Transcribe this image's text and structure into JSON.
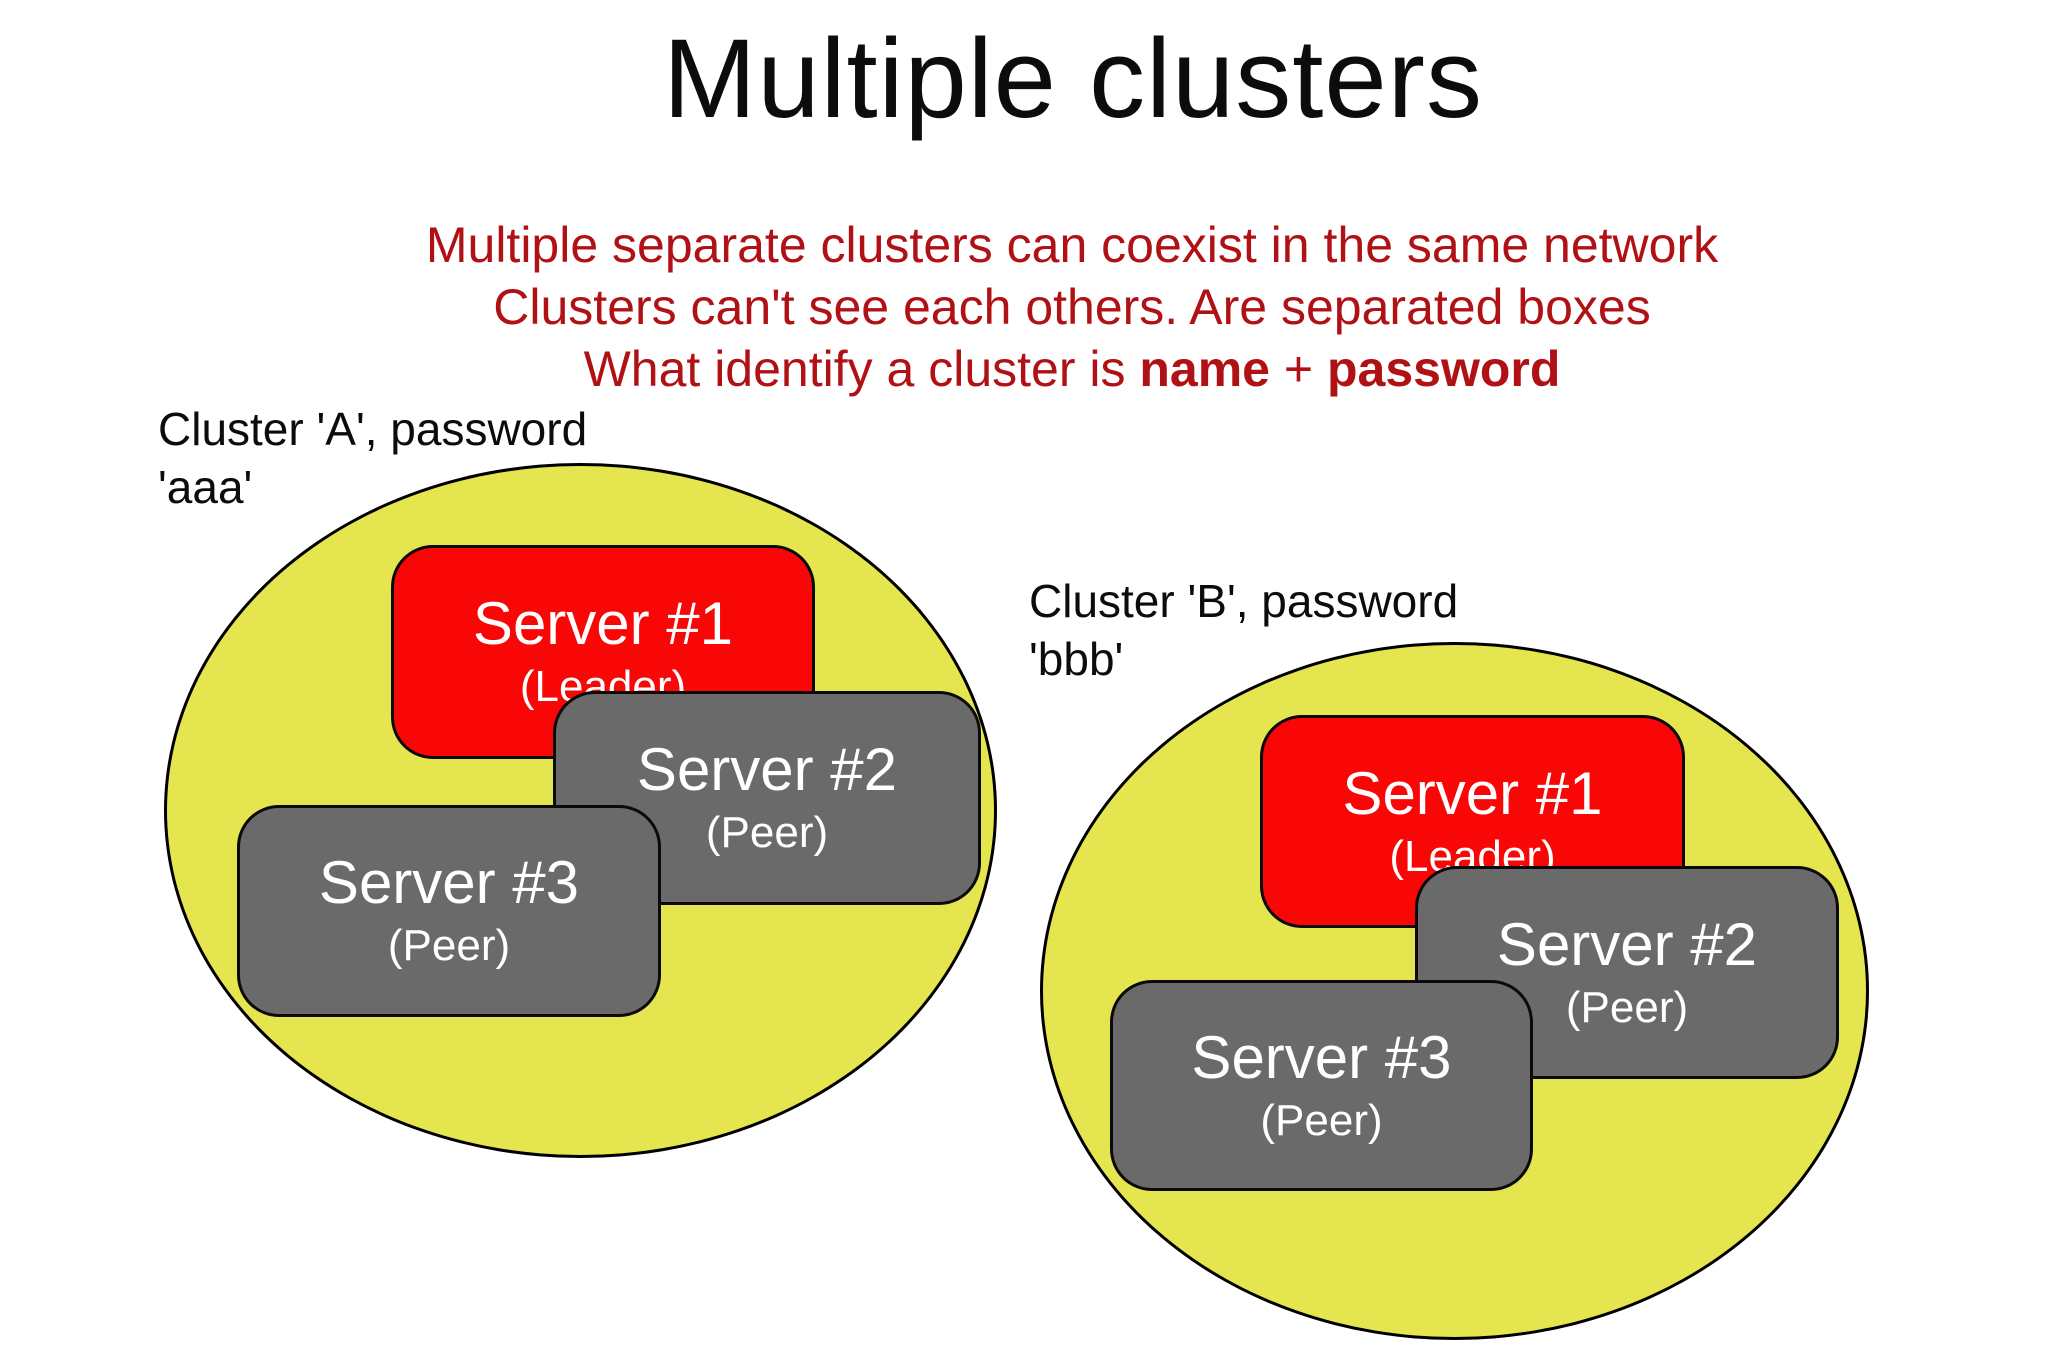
{
  "title": "Multiple clusters",
  "intro": {
    "line1": "Multiple separate clusters can coexist in the same network",
    "line2": "Clusters can't see each others. Are separated boxes",
    "line3_part1": "What identify a cluster is ",
    "line3_bold1": "name",
    "line3_part2": " + ",
    "line3_bold2": "password"
  },
  "clusters": [
    {
      "id": "A",
      "label_line1": "Cluster 'A', password",
      "label_line2": "'aaa'",
      "servers": [
        {
          "name": "Server #1",
          "role": "(Leader)",
          "type": "leader"
        },
        {
          "name": "Server #2",
          "role": "(Peer)",
          "type": "peer"
        },
        {
          "name": "Server #3",
          "role": "(Peer)",
          "type": "peer"
        }
      ]
    },
    {
      "id": "B",
      "label_line1": "Cluster 'B', password",
      "label_line2": "'bbb'",
      "servers": [
        {
          "name": "Server #1",
          "role": "(Leader)",
          "type": "leader"
        },
        {
          "name": "Server #2",
          "role": "(Peer)",
          "type": "peer"
        },
        {
          "name": "Server #3",
          "role": "(Peer)",
          "type": "peer"
        }
      ]
    }
  ],
  "colors": {
    "ellipse_fill": "#e4e54f",
    "leader_fill": "#f90606",
    "peer_fill": "#6a6a6a",
    "intro_text": "#b01115",
    "title_text": "#0c0c0c",
    "box_text": "#ffffff"
  }
}
